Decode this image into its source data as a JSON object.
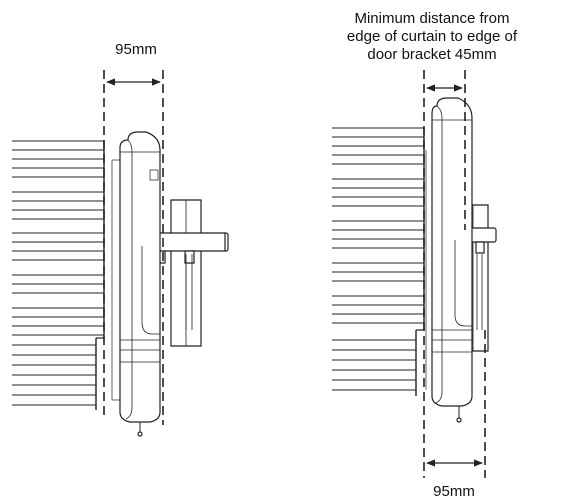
{
  "left_diagram": {
    "dimension_label": "95mm"
  },
  "right_diagram": {
    "minimum_distance_label": [
      "Minimum distance from",
      "edge of curtain to edge of",
      "door bracket 45mm"
    ],
    "dimension_label": "95mm"
  },
  "colors": {
    "line": "#222222",
    "background": "#ffffff"
  }
}
